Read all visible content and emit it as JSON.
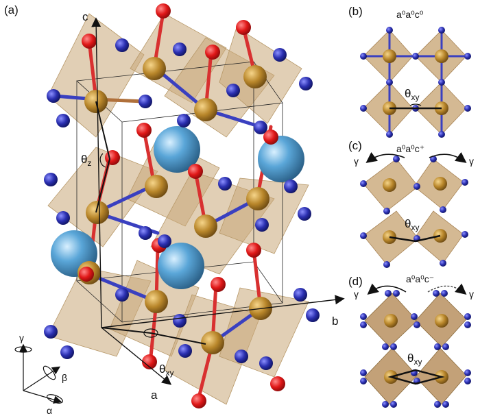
{
  "panels": {
    "a": {
      "label": "(a)"
    },
    "b": {
      "label": "(b)",
      "tilt_pattern": "a⁰a⁰c⁰"
    },
    "c": {
      "label": "(c)",
      "tilt_pattern": "a⁰a⁰c⁺"
    },
    "d": {
      "label": "(d)",
      "tilt_pattern": "a⁰a⁰c⁻"
    }
  },
  "axes": {
    "a": "a",
    "b": "b",
    "c": "c"
  },
  "angles": {
    "theta_z": "θz",
    "theta_xy": "θxy",
    "theta_base": "θ",
    "sub_z": "z",
    "sub_xy": "xy"
  },
  "rotations": {
    "alpha": "α",
    "beta": "β",
    "gamma": "γ"
  },
  "colors": {
    "oxygen_red": "#e01818",
    "nitrogen_blue": "#2a2fb0",
    "metal_gold": "#b8862a",
    "octahedron_tan": "#c9a878",
    "a_site_cyan": "#5aa6d8",
    "bond_line": "#111111"
  },
  "atoms": {
    "metal": "metal-B-site-atom",
    "apical": "apical-anion",
    "equatorial": "equatorial-anion",
    "a_site": "a-site-cation"
  }
}
